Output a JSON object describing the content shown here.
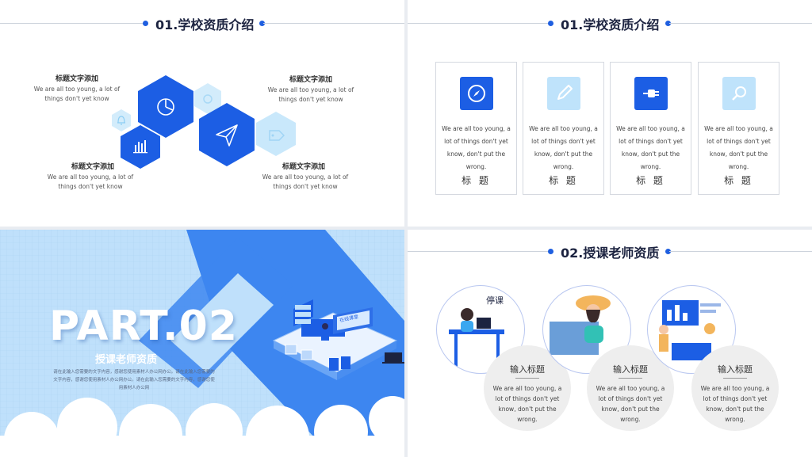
{
  "panel1": {
    "header": "01.学校资质介绍",
    "blocks": [
      {
        "title": "标题文字添加",
        "text": "We are all too young, a lot of things don't yet know"
      },
      {
        "title": "标题文字添加",
        "text": "We are all too young, a lot of things don't yet know"
      },
      {
        "title": "标题文字添加",
        "text": "We are all too young, a lot of things don't yet know"
      },
      {
        "title": "标题文字添加",
        "text": "We are all too young, a lot of things don't yet know"
      }
    ]
  },
  "panel2": {
    "header": "01.学校资质介绍",
    "cards": [
      {
        "icon": "compass-icon",
        "text": "We are all too young, a lot of things don't yet know, don't put the wrong.",
        "label": "标 题"
      },
      {
        "icon": "pencil-icon",
        "text": "We are all too young, a lot of things don't yet know, don't put the wrong.",
        "label": "标 题"
      },
      {
        "icon": "plug-icon",
        "text": "We are all too young, a lot of things don't yet know, don't put the wrong.",
        "label": "标 题"
      },
      {
        "icon": "magnifier-icon",
        "text": "We are all too young, a lot of things don't yet know, don't put the wrong.",
        "label": "标 题"
      }
    ]
  },
  "panel3": {
    "part": "PART.02",
    "subtitle": "授课老师资质",
    "body": "请在此输入您需要的文字内容，感谢您使用素材人办公网办公。请在此输入您需要的文字内容，感谢您使用素材人办公网办公。请在此输入您需要的文字内容，感谢您使用素材人办公网",
    "sign_text": "在线课堂",
    "colors": {
      "accent": "#3d86f0",
      "light": "#bfe0fb"
    }
  },
  "panel4": {
    "header": "02.授课老师资质",
    "teachers": [
      {
        "title": "输入标题",
        "text": "We are all too young, a lot of things don't yet know, don't put the wrong."
      },
      {
        "title": "输入标题",
        "text": "We are all too young, a lot of things don't yet know, don't put the wrong."
      },
      {
        "title": "输入标题",
        "text": "We are all too young, a lot of things don't yet know, don't put the wrong."
      }
    ]
  }
}
